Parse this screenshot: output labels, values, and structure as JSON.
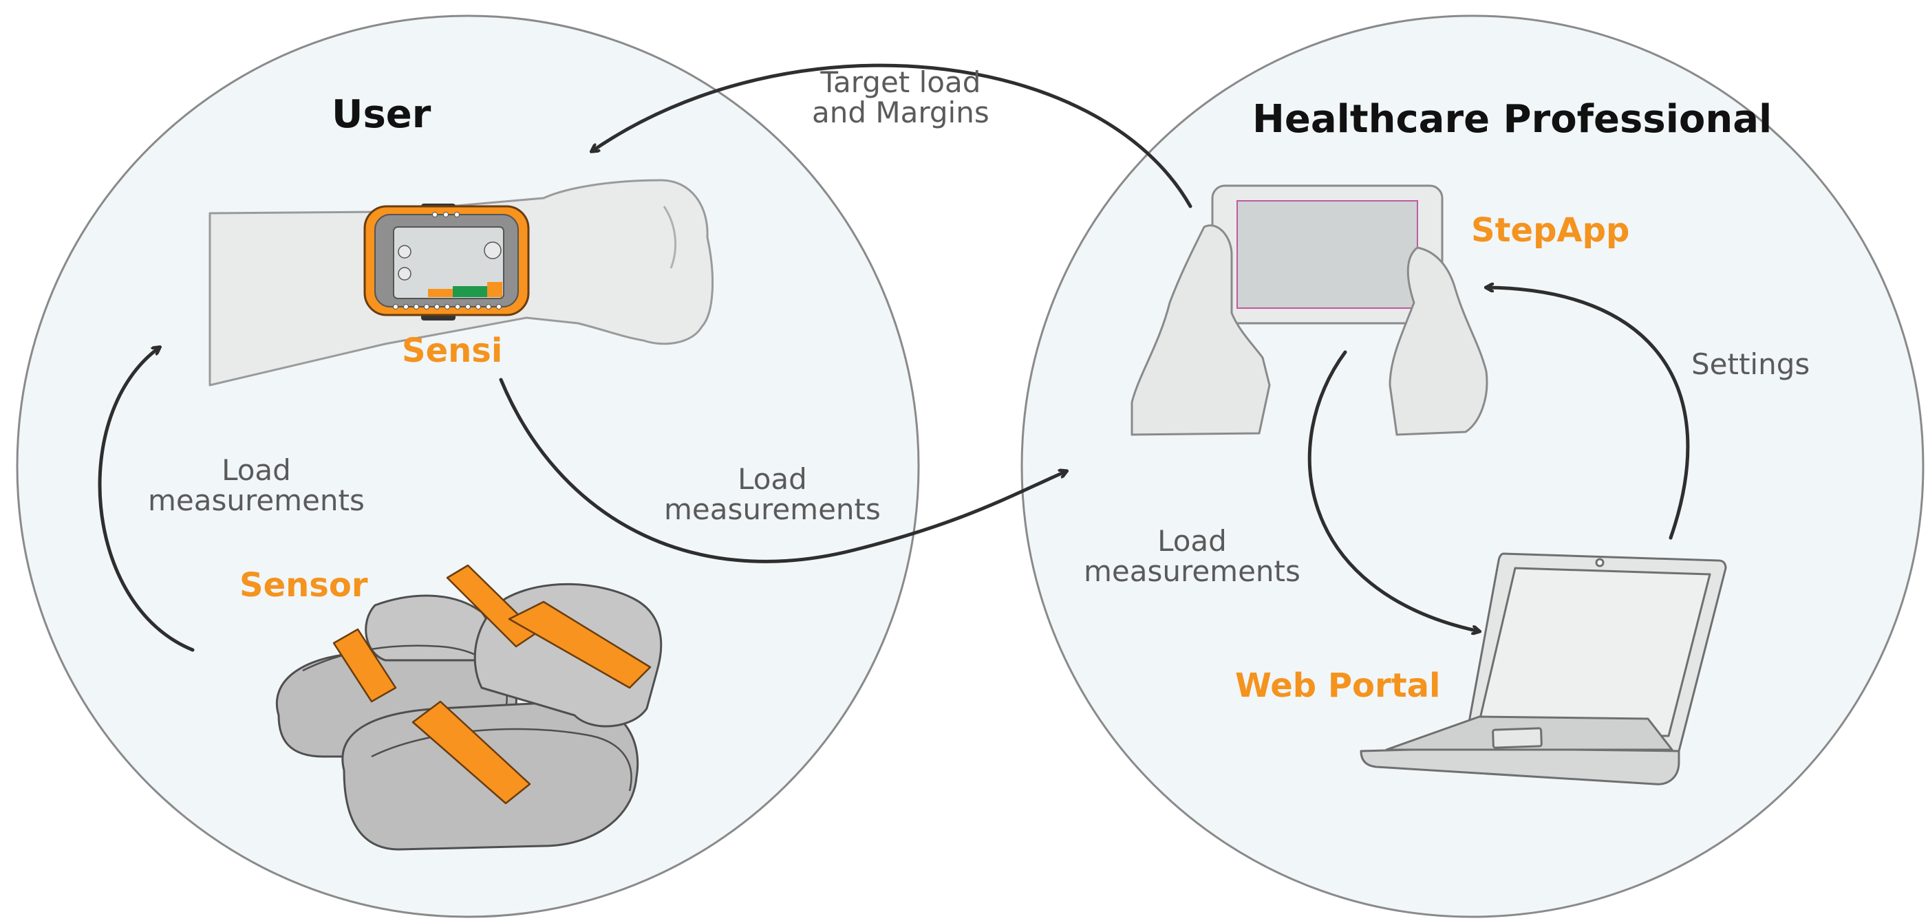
{
  "titles": {
    "user": "User",
    "hcp": "Healthcare Professional"
  },
  "components": {
    "sensi": "Sensi",
    "sensor": "Sensor",
    "stepapp": "StepApp",
    "web_portal": "Web Portal"
  },
  "edge_labels": {
    "target": [
      "Target load",
      "and Margins"
    ],
    "load_sensor_sensi": [
      "Load",
      "measurements"
    ],
    "load_sensi_stepapp": [
      "Load",
      "measurements"
    ],
    "load_stepapp_portal": [
      "Load",
      "measurements"
    ],
    "settings": "Settings"
  },
  "colors": {
    "circle_fill": "#f1f6f8",
    "circle_stroke": "#8a8a8a",
    "accent_orange": "#f7931e",
    "device_grey": "#c8c8c8",
    "arrow": "#2e2e2e",
    "label_grey": "#5a5a5a",
    "display_green": "#1f9a4b"
  },
  "icons": [
    "wrist-arm-icon",
    "sensi-watch-icon",
    "sandals-sensor-icon",
    "tablet-hands-icon",
    "laptop-icon"
  ]
}
